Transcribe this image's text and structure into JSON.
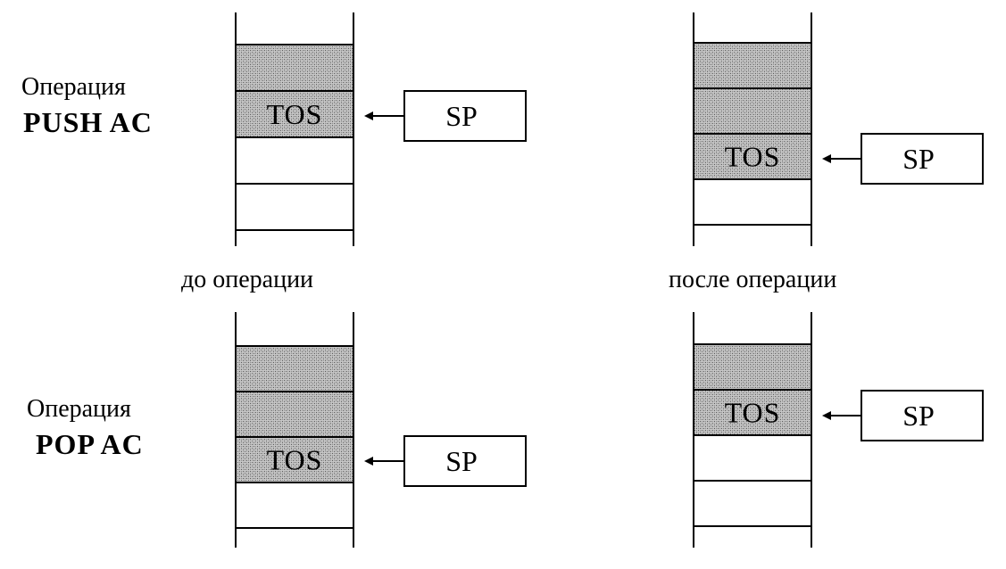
{
  "colors": {
    "shaded_cell": "#a8a8a8",
    "line": "#000000",
    "background": "#ffffff"
  },
  "push": {
    "title": "Операция",
    "instruction": "PUSH AC"
  },
  "pop": {
    "title": "Операция",
    "instruction": "POP AC"
  },
  "captions": {
    "before": "до  операции",
    "after": "после операции"
  },
  "stack": {
    "tos_label": "TOS",
    "sp_label": "SP"
  },
  "stacks": [
    {
      "id": "push-before",
      "cells": [
        "filled",
        "tos",
        "empty",
        "empty"
      ]
    },
    {
      "id": "push-after",
      "cells": [
        "filled",
        "filled",
        "tos",
        "empty"
      ]
    },
    {
      "id": "pop-before",
      "cells": [
        "filled",
        "filled",
        "tos",
        "empty"
      ]
    },
    {
      "id": "pop-after",
      "cells": [
        "filled",
        "tos",
        "empty",
        "empty"
      ]
    }
  ]
}
